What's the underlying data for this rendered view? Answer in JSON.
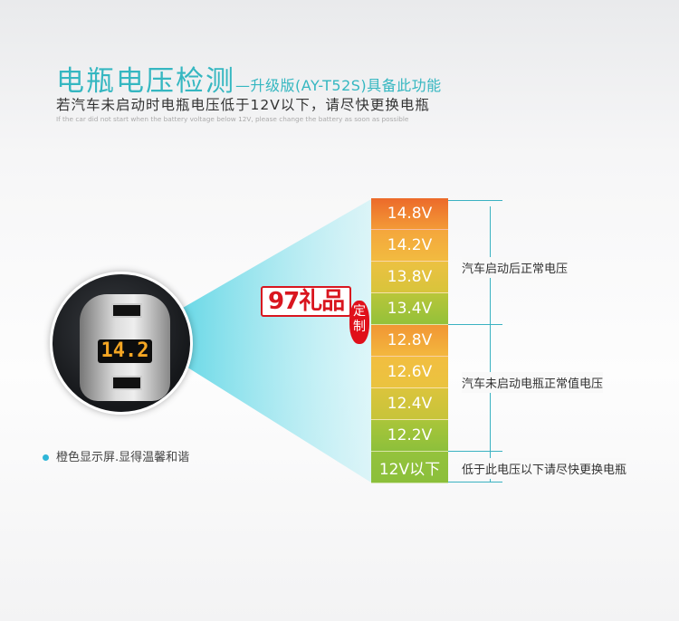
{
  "header": {
    "title": "电瓶电压检测",
    "title_suffix": "—升级版(AY-T52S)具备此功能",
    "subtitle": "若汽车未启动时电瓶电压低于12V以下，请尽快更换电瓶",
    "subtitle_en": "If the car did not start when the battery voltage below 12V, please change the battery as soon as possible"
  },
  "device": {
    "display": "14.2",
    "display_color": "#f5a623"
  },
  "caption": "橙色显示屏.显得温馨和谐",
  "scale": {
    "rows": [
      {
        "label": "14.8V",
        "colors": [
          "#ec6a2a",
          "#f39a37"
        ]
      },
      {
        "label": "14.2V",
        "colors": [
          "#f4a63c",
          "#f2bb40"
        ]
      },
      {
        "label": "13.8V",
        "colors": [
          "#ecc142",
          "#d8c43b"
        ]
      },
      {
        "label": "13.4V",
        "colors": [
          "#b9c63a",
          "#93c13a"
        ]
      },
      {
        "label": "12.8V",
        "colors": [
          "#f19634",
          "#f3b73e"
        ]
      },
      {
        "label": "12.6V",
        "colors": [
          "#f2be40",
          "#eac33f"
        ]
      },
      {
        "label": "12.4V",
        "colors": [
          "#dbc43c",
          "#c7c43a"
        ]
      },
      {
        "label": "12.2V",
        "colors": [
          "#aac53a",
          "#8dc03b"
        ]
      },
      {
        "label": "12V以下",
        "colors": [
          "#94c23c",
          "#8bbf3b"
        ]
      }
    ],
    "ranges": [
      {
        "label": "汽车启动后正常电压"
      },
      {
        "label": "汽车未启动电瓶正常值电压"
      },
      {
        "label": "低于此电压以下请尽快更换电瓶"
      }
    ],
    "accent": "#3bb2c2"
  },
  "watermark": {
    "text": "97礼品",
    "seal": "定制"
  }
}
